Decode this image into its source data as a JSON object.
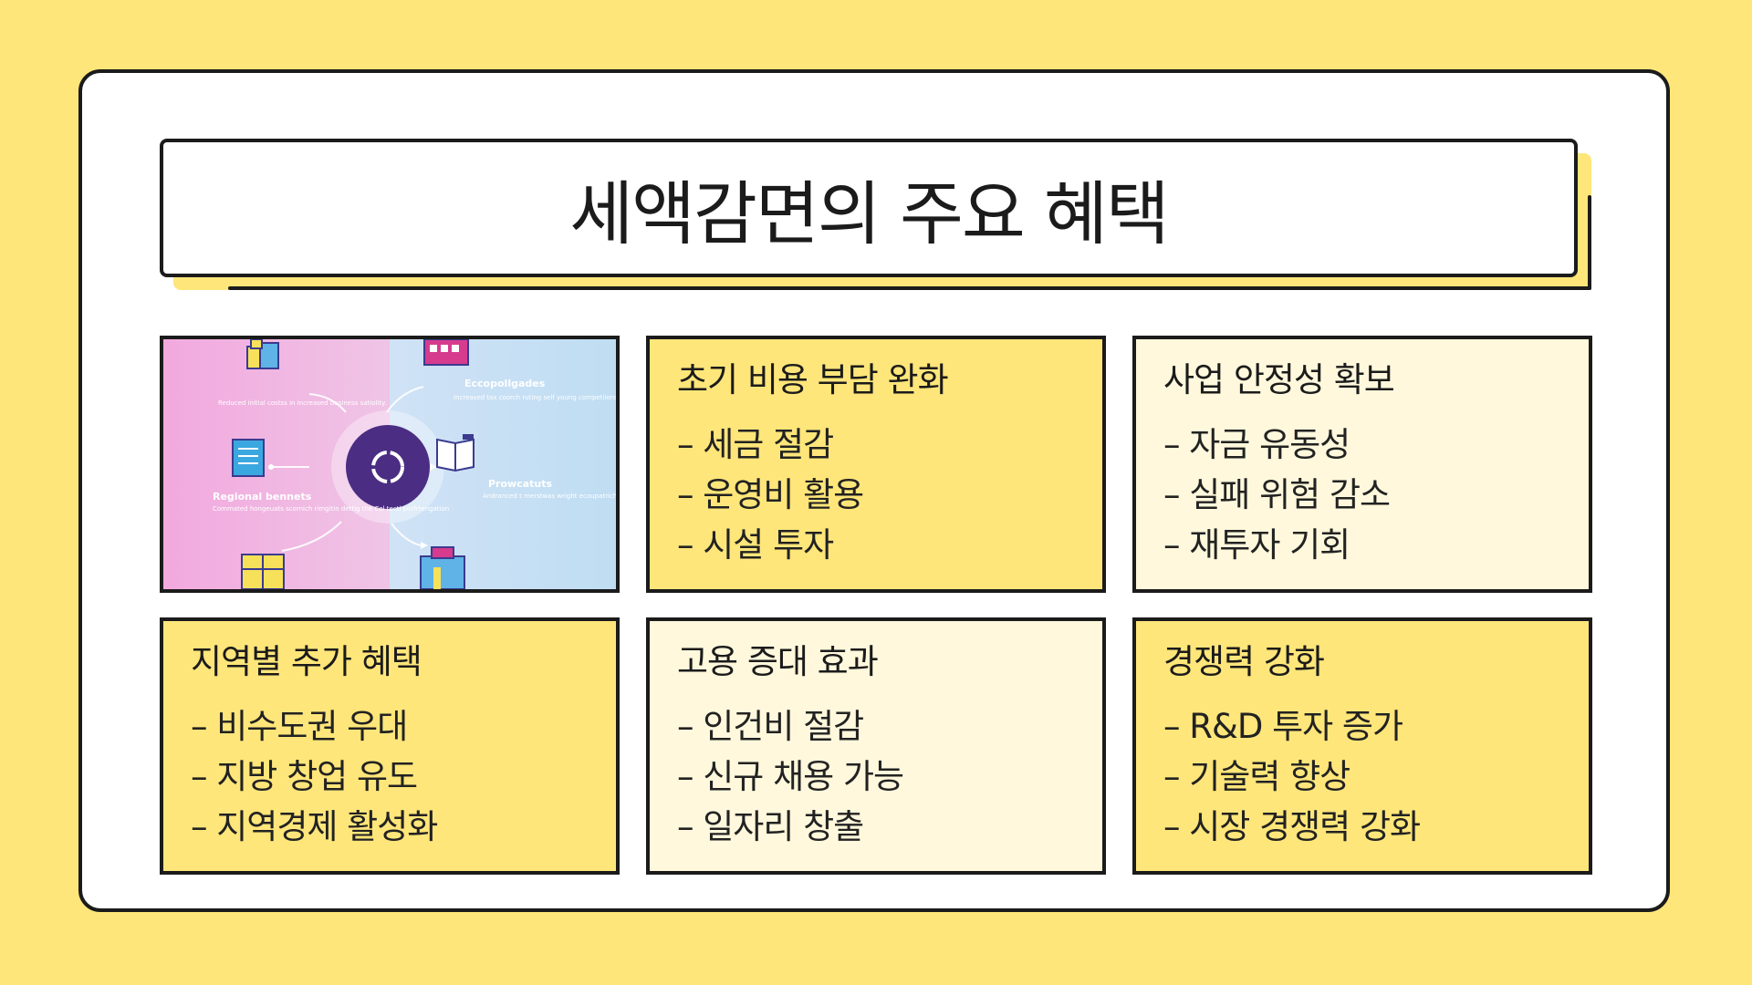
{
  "title": "세액감면의 주요 혜택",
  "illustration": {
    "labels": [
      {
        "title": "",
        "sub": "Reduced initial costss in increased business satiolity."
      },
      {
        "title": "Eccopollgades",
        "sub": "Increased tax coorch ruting self young competiions."
      },
      {
        "title": "Regional bennets",
        "sub": "Commated hongeuats scornich rimgitin dettig the Col tectl porfrtengation"
      },
      {
        "title": "Prowcatuts",
        "sub": "Andranced t merstwas wright ecoupatrichion that competitionl."
      }
    ]
  },
  "tiles": [
    {
      "heading": "초기 비용 부담 완화",
      "items": [
        "세금 절감",
        "운영비 활용",
        "시설 투자"
      ]
    },
    {
      "heading": "사업 안정성 확보",
      "items": [
        "자금 유동성",
        "실패 위험 감소",
        "재투자 기회"
      ]
    },
    {
      "heading": "지역별 추가 혜택",
      "items": [
        "비수도권 우대",
        "지방 창업 유도",
        "지역경제 활성화"
      ]
    },
    {
      "heading": "고용 증대 효과",
      "items": [
        "인건비 절감",
        "신규 채용 가능",
        "일자리 창출"
      ]
    },
    {
      "heading": "경쟁력 강화",
      "items": [
        "R&D 투자 증가",
        "기술력 향상",
        "시장 경쟁력 강화"
      ]
    }
  ],
  "colors": {
    "background": "#FFE67A",
    "tile_yellow": "#FFE67A",
    "tile_cream": "#FFF8DC",
    "accent_purple": "#4B2E83"
  }
}
